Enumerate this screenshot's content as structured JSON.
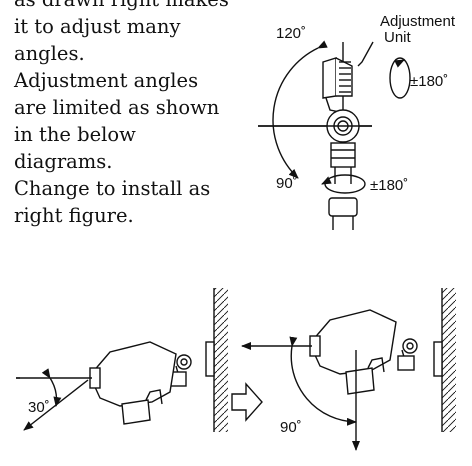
{
  "instructions": {
    "lines": [
      "as drawn right makes",
      "it to adjust many",
      "angles.",
      "Adjustment angles",
      "are limited as shown",
      "in the below",
      "diagrams.",
      "Change to install as",
      "right figure."
    ]
  },
  "top_diagram": {
    "callout_label_line1": "Adjustment",
    "callout_label_line2": "Unit",
    "angle_upper": "120˚",
    "angle_lower": "90˚",
    "rotation_upper": "±180˚",
    "rotation_lower": "±180˚"
  },
  "left_diagram": {
    "angle": "30˚"
  },
  "right_diagram": {
    "angle": "90˚"
  },
  "transition_arrow_icon": "hollow-right-arrow"
}
